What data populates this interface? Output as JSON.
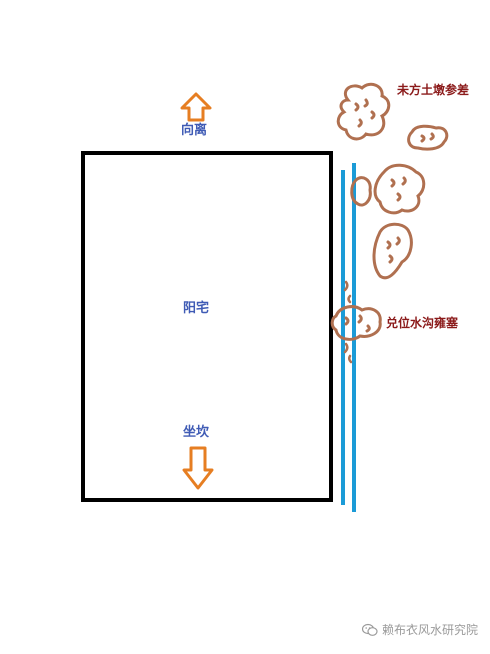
{
  "labels": {
    "facing": "向离",
    "house": "阳宅",
    "sitting": "坐坎",
    "uneven_mounds": "未方土墩参差",
    "ditch_blocked": "兑位水沟雍塞"
  },
  "watermark": {
    "text": "赖布衣风水研究院",
    "icon": "wechat-icon"
  },
  "colors": {
    "house_outline": "#000000",
    "water_channel": "#1b9bd7",
    "arrow": "#e67e22",
    "mound": "#b07050",
    "blue_text": "#3f5bb5",
    "red_text": "#8b1a1a"
  }
}
